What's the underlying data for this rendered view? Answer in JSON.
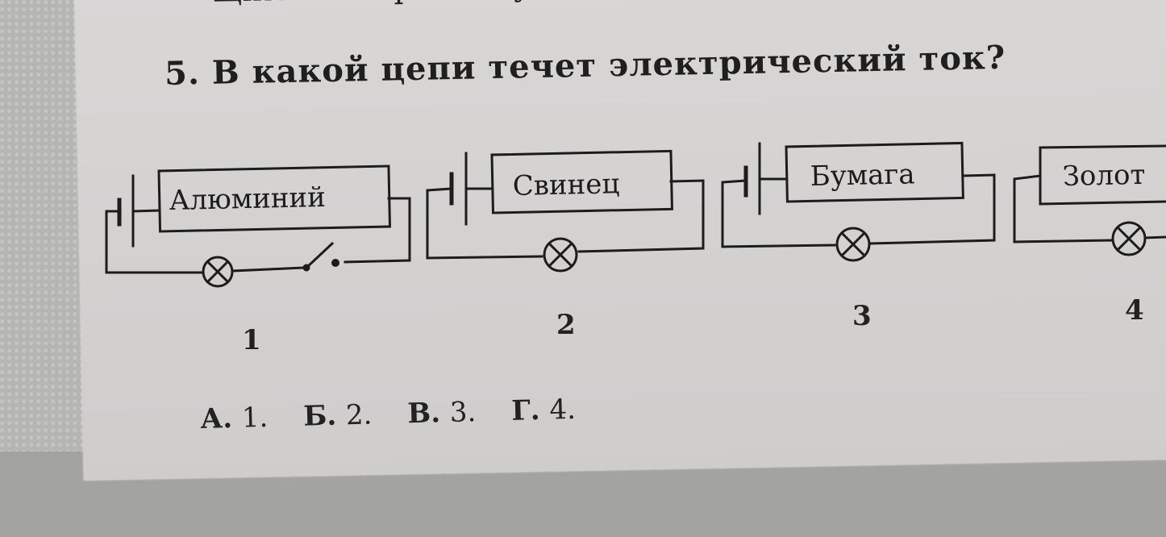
{
  "document": {
    "previous_line": "щим электрическую цепь.",
    "question": "5. В какой цепи течет электрический ток?",
    "circuits": [
      {
        "number": "1",
        "material": "Алюминий",
        "has_switch": true,
        "switch_state": "open"
      },
      {
        "number": "2",
        "material": "Свинец",
        "has_switch": false
      },
      {
        "number": "3",
        "material": "Бумага",
        "has_switch": false
      },
      {
        "number": "4",
        "material": "Золот",
        "has_switch": false
      }
    ],
    "answers": [
      {
        "letter": "А.",
        "value": "1."
      },
      {
        "letter": "Б.",
        "value": "2."
      },
      {
        "letter": "В.",
        "value": "3."
      },
      {
        "letter": "Г.",
        "value": "4."
      }
    ]
  },
  "colors": {
    "paper": "#d5d3d2",
    "ink": "#1f1f1f",
    "background": "#a9a9a7"
  },
  "icons": {
    "lamp": "lamp-symbol-circle-x",
    "battery": "battery-cell-symbol",
    "switch": "open-switch-symbol"
  }
}
